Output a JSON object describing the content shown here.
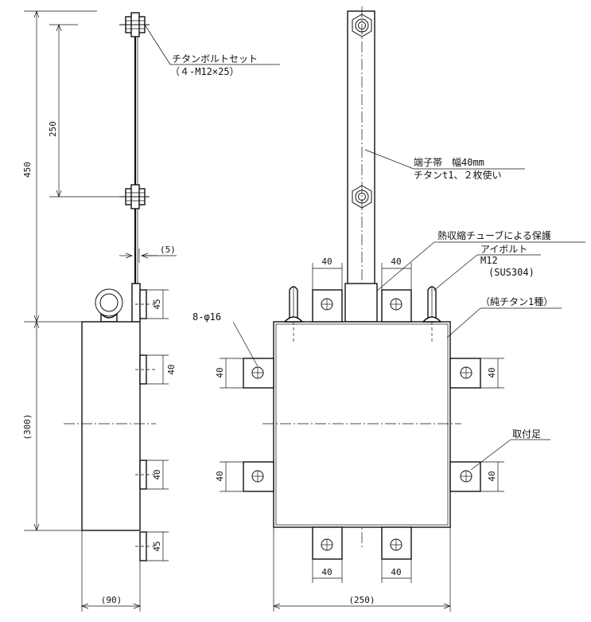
{
  "labels": {
    "bolt_set": "チタンボルトセット",
    "bolt_set_spec": "（４-M12×25）",
    "terminal_band": "端子帯　幅40mm",
    "terminal_band_spec": "チタンt1、２枚使い",
    "shrink_tube": "熱収縮チューブによる保護",
    "eye_bolt": "アイボルト",
    "eye_bolt_size": "M12",
    "eye_bolt_material": "(SUS304)",
    "pure_titanium": "（純チタン1種）",
    "holes": "8-φ16",
    "mount_foot": "取付足"
  },
  "dimensions": {
    "total_height": "450",
    "bolt_spacing": "250",
    "gap": "(5)",
    "body_height": "(300)",
    "body_depth": "(90)",
    "body_width": "(250)",
    "foot_40": "40",
    "foot_45": "45"
  }
}
